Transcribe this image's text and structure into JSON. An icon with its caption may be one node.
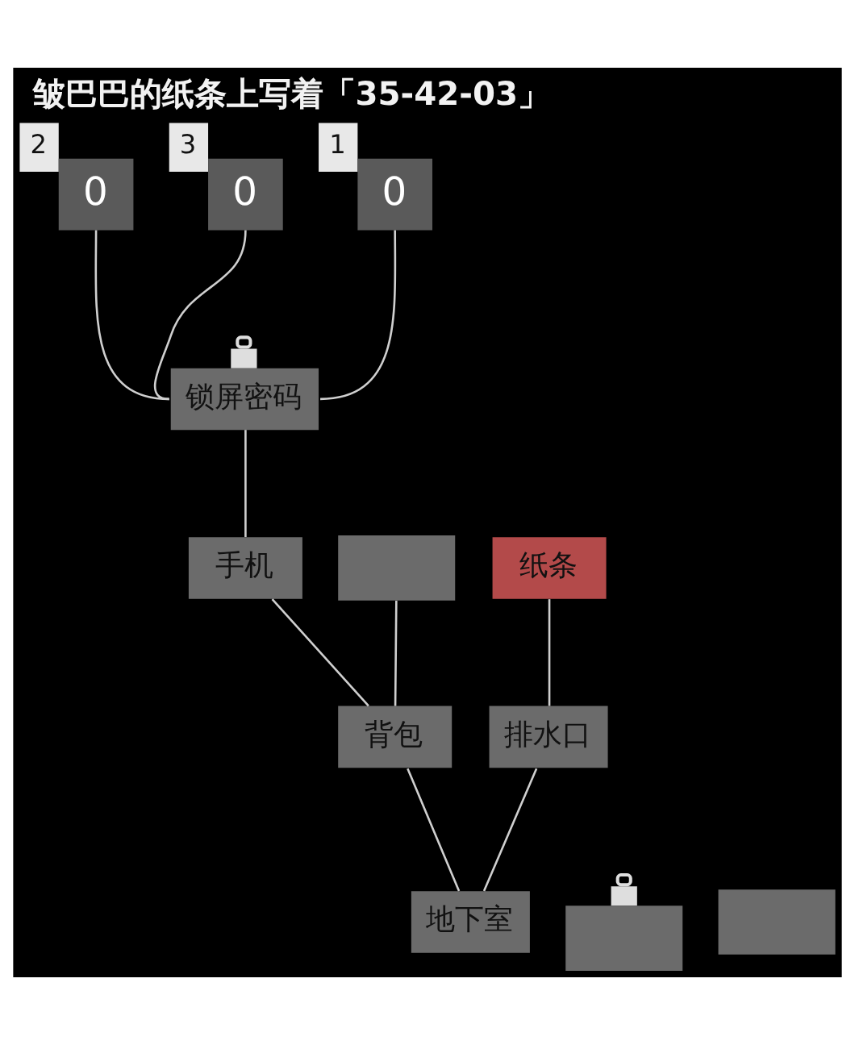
{
  "diagram": {
    "title": "皱巴巴的纸条上写着「35-42-03」",
    "nodes": [
      {
        "text": [
          "2",
          "0"
        ]
      },
      {
        "text": [
          "3",
          "0"
        ]
      },
      {
        "text": [
          "1",
          "0"
        ]
      },
      {
        "text": [
          "锁屏密码"
        ]
      },
      {
        "text": [
          "手机"
        ]
      },
      {
        "text": [],
        "shape": "box"
      },
      {
        "text": [
          "纸条"
        ]
      },
      {
        "text": [
          "背包"
        ]
      },
      {
        "text": [
          "排水口"
        ]
      },
      {
        "text": [
          "地下室"
        ]
      },
      {
        "text": [],
        "shape": "box"
      },
      {
        "text": [],
        "shape": "box"
      }
    ],
    "edges": [
      {
        "from": 2,
        "to": 3,
        "arrow": "none"
      },
      {
        "from": 0,
        "to": 3,
        "arrow": "none"
      },
      {
        "from": 1,
        "to": 3,
        "arrow": "none"
      },
      {
        "from": 3,
        "to": 4,
        "arrow": "none"
      },
      {
        "from": 4,
        "to": 7,
        "arrow": "none"
      },
      {
        "from": 5,
        "to": 7,
        "arrow": "none"
      },
      {
        "from": 6,
        "to": 8,
        "arrow": "none"
      },
      {
        "from": 8,
        "to": 9,
        "arrow": "none"
      },
      {
        "from": 7,
        "to": 9,
        "arrow": "none"
      }
    ]
  }
}
